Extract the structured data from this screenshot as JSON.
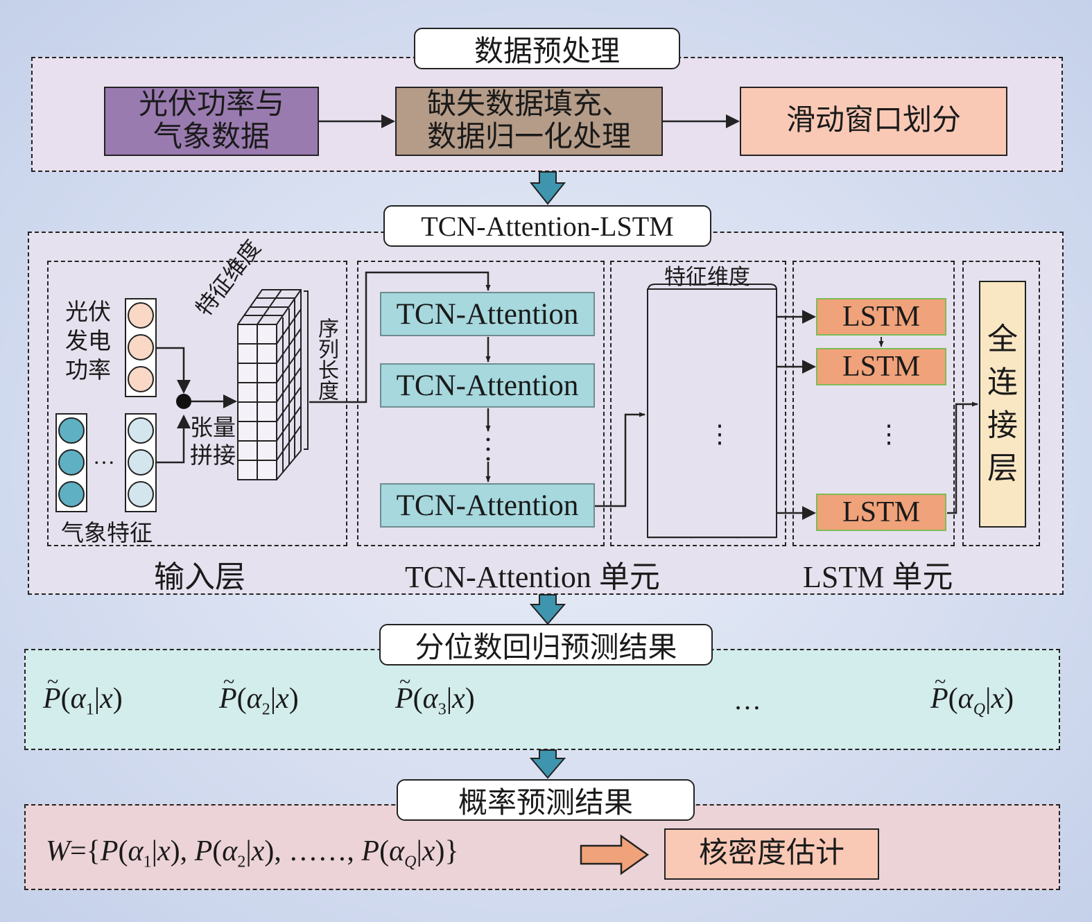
{
  "sections": {
    "preprocess": {
      "title": "数据预处理"
    },
    "model": {
      "title": "TCN-Attention-LSTM"
    },
    "quantile": {
      "title": "分位数回归预测结果"
    },
    "probability": {
      "title": "概率预测结果"
    }
  },
  "preprocess_steps": {
    "pv_data": [
      "光伏功率与",
      "气象数据"
    ],
    "fill_normalize": [
      "缺失数据填充、",
      "数据归一化处理"
    ],
    "sliding_window": "滑动窗口划分"
  },
  "input_layer": {
    "label": "输入层",
    "pv_power": [
      "光伏",
      "发电",
      "功率"
    ],
    "weather": "气象特征",
    "concat": [
      "张量",
      "拼接"
    ],
    "feature_dim": "特征维度",
    "seq_len": "序列长度",
    "ellipsis": "…"
  },
  "tcn_unit": {
    "label": "TCN-Attention 单元",
    "block": "TCN-Attention",
    "feature_dim": "特征维度",
    "dots": "⋮"
  },
  "lstm_unit": {
    "label": "LSTM 单元",
    "cell": "LSTM",
    "dots": "⋮"
  },
  "fc_layer": [
    "全",
    "连",
    "接",
    "层"
  ],
  "quantiles": {
    "items": [
      "α₁",
      "α₂",
      "α₃",
      "α_Q"
    ],
    "ellipsis": "…"
  },
  "probability_result": {
    "formula": "W={P(α1|x), P(α2|x), ……, P(αQ|x)}",
    "kde": "核密度估计"
  },
  "colors": {
    "pv_box": "#9a7bb0",
    "fill_box": "#b59c88",
    "window_box": "#f9c9b6",
    "tcn": "#a6d8de",
    "lstm": "#f0a27a",
    "fc": "#f9e7c4",
    "quantile_panel": "#d3ecec",
    "prob_panel": "#ecd3d8",
    "preprocess_panel": "#e8e0ee",
    "model_panel": "#e6e1ee",
    "down_arrow": "#3f94ae"
  }
}
